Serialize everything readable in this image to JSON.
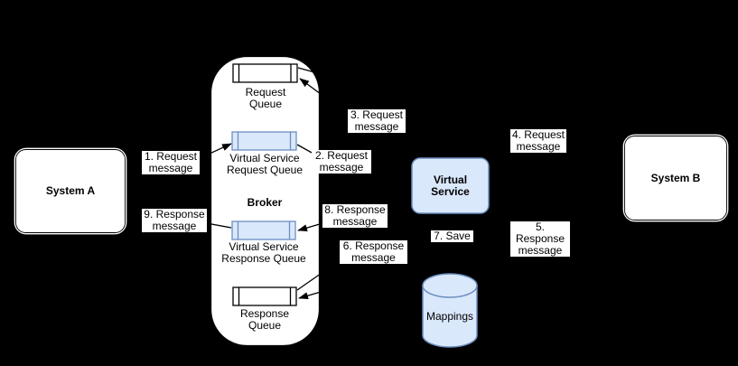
{
  "colors": {
    "background": "#000000",
    "node_fill": "#ffffff",
    "node_stroke": "#000000",
    "accent_fill": "#dae8fc",
    "accent_stroke": "#6c8ebf",
    "connector": "#000000",
    "edge_label_bg": "#ffffff",
    "text": "#000000"
  },
  "systems": {
    "a": {
      "label": "System A"
    },
    "b": {
      "label": "System B"
    }
  },
  "broker": {
    "title": "Broker",
    "request_queue": {
      "label": "Request Queue"
    },
    "vs_request_queue": {
      "label": "Virtual Service Request Queue"
    },
    "vs_response_queue": {
      "label": "Virtual Service Response Queue"
    },
    "response_queue": {
      "label": "Response Queue"
    }
  },
  "virtual_service": {
    "label": "Virtual Service"
  },
  "mappings": {
    "label": "Mappings"
  },
  "flow_labels": {
    "1": "1. Request message",
    "2": "2. Request message",
    "3": "3. Request message",
    "4": "4. Request message",
    "5": "5. Response message",
    "6": "6. Response message",
    "7": "7. Save",
    "8": "8. Response message",
    "9": "9. Response message"
  }
}
